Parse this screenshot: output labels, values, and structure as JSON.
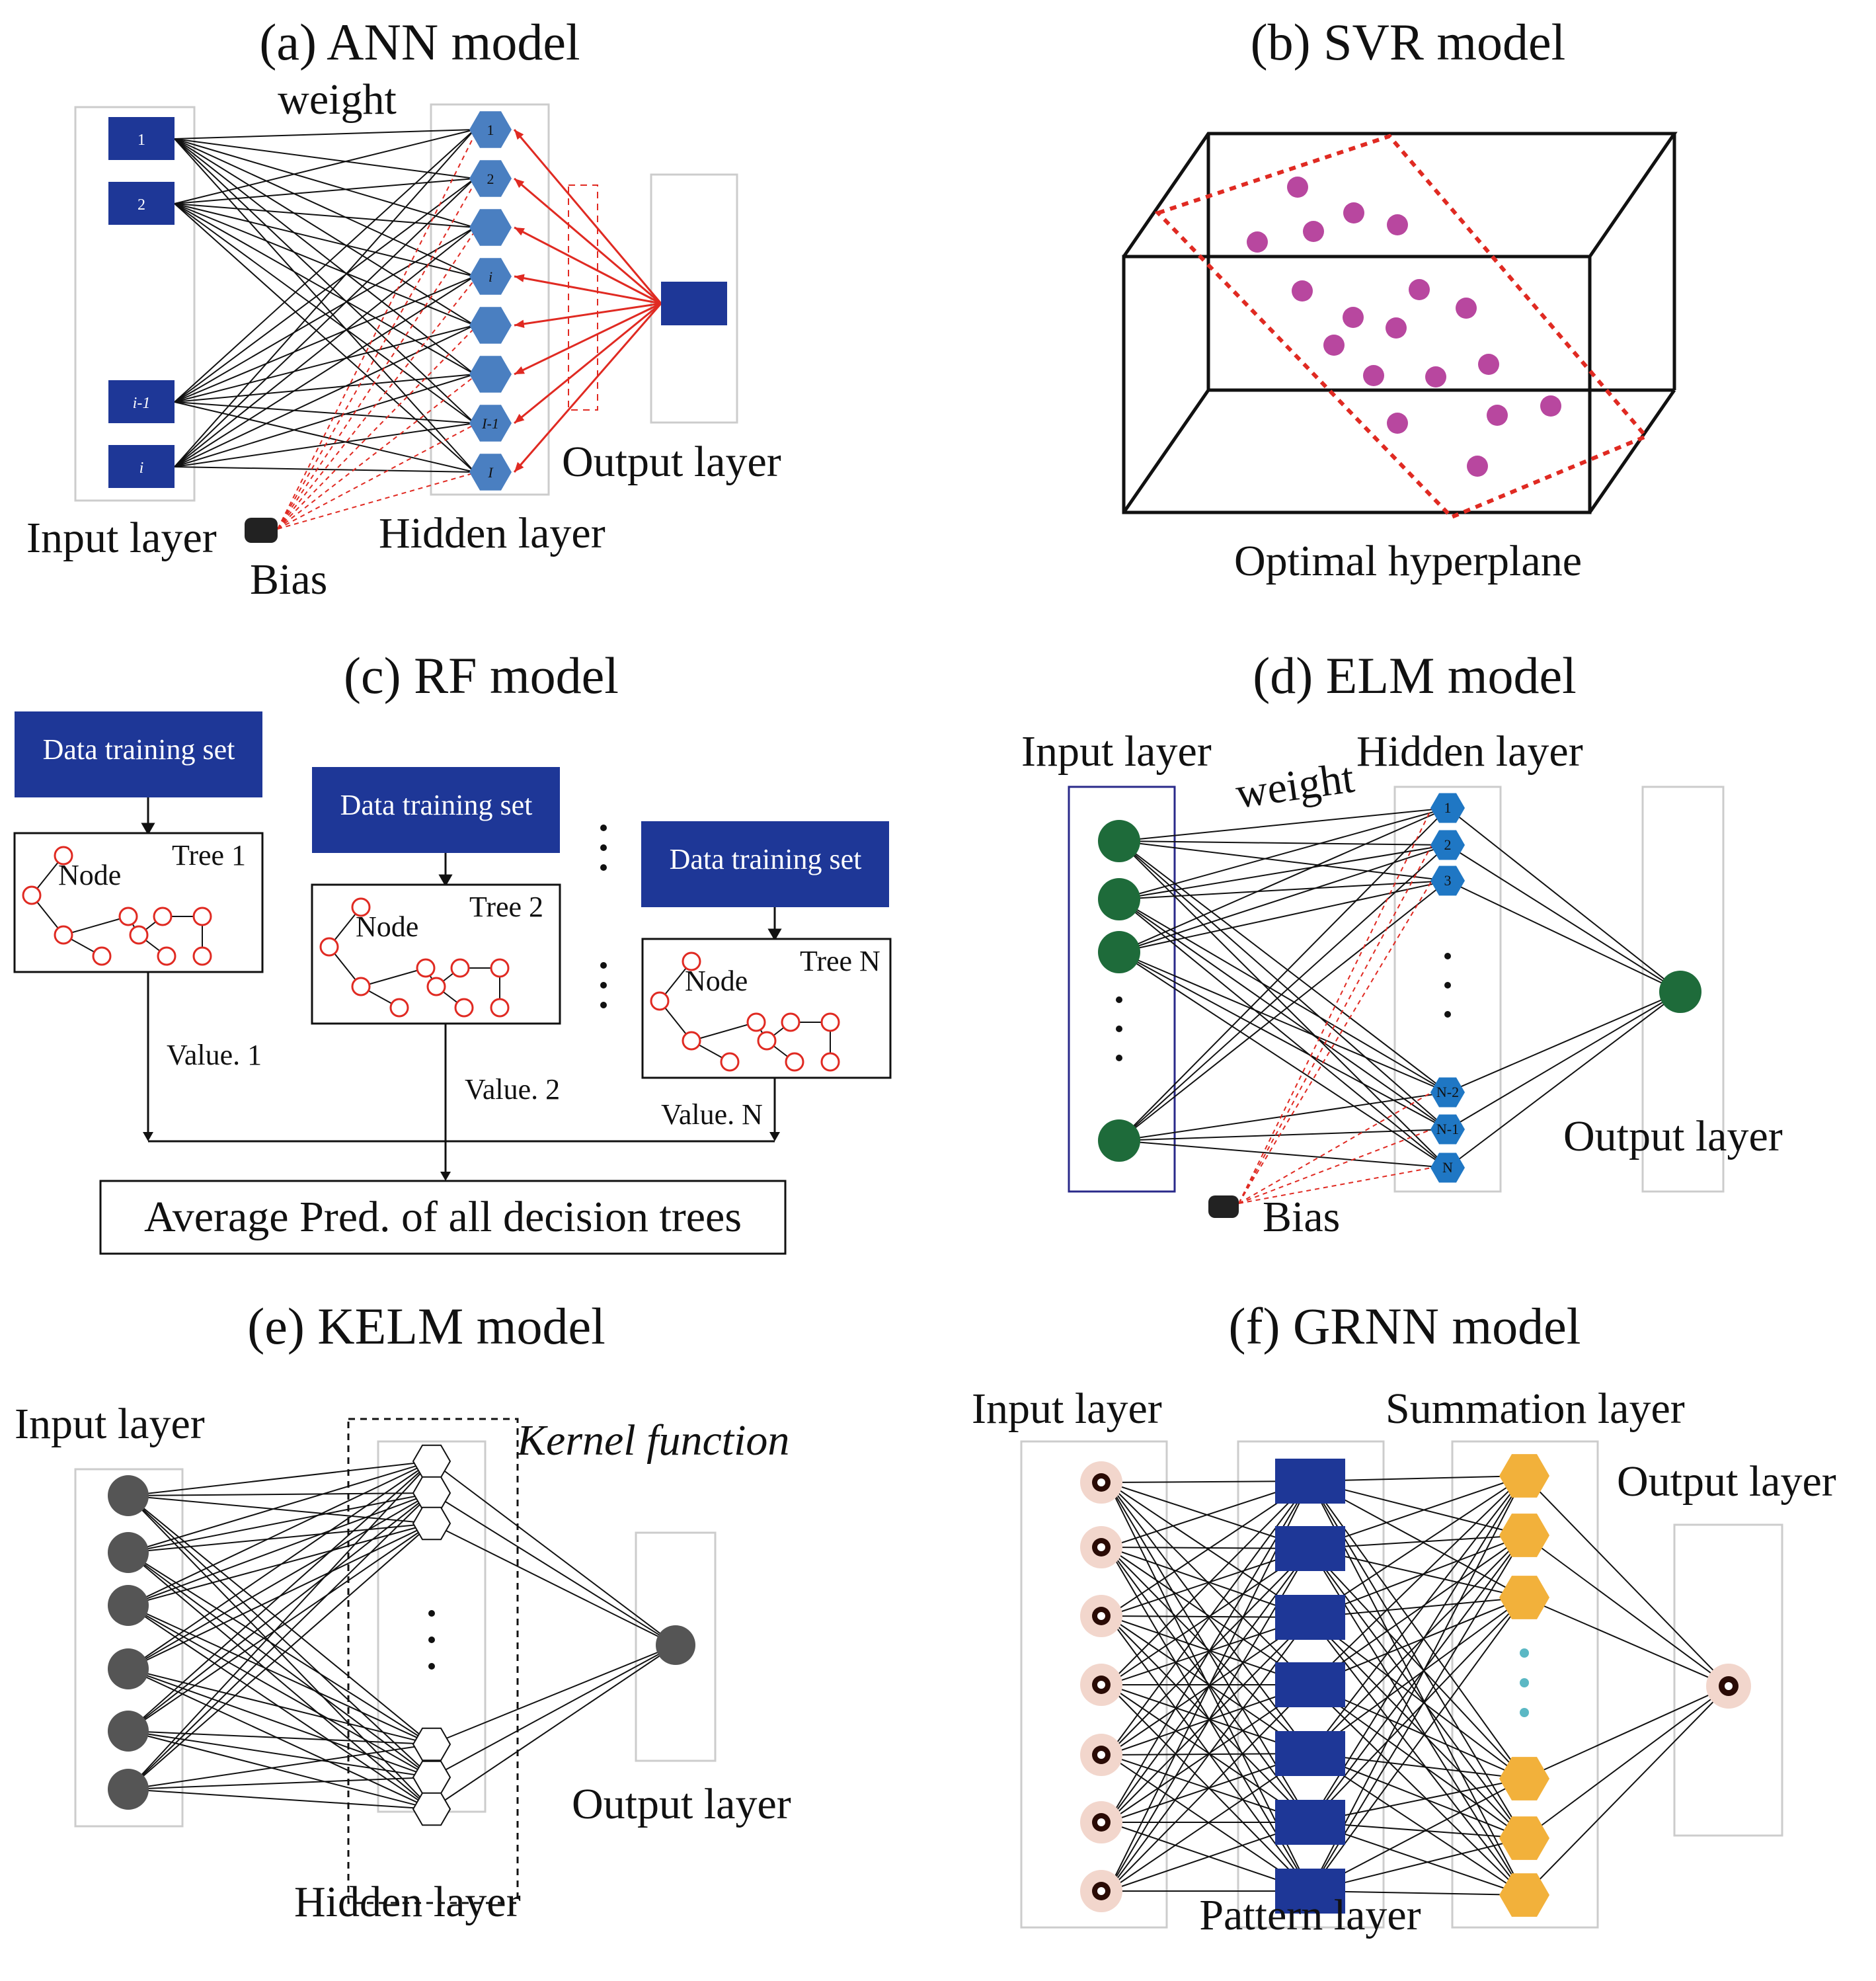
{
  "panels": {
    "a": {
      "title": "(a) ANN model",
      "weight_label": "weight",
      "input_label": "Input layer",
      "hidden_label": "Hidden layer",
      "output_label": "Output layer",
      "bias_label": "Bias",
      "input_nodes": [
        "1",
        "2",
        "i-1",
        "i"
      ],
      "hidden_nodes": [
        "1",
        "2",
        "",
        "i",
        "",
        "",
        "I-1",
        "I"
      ]
    },
    "b": {
      "title": "(b) SVR model",
      "hyperplane_label": "Optimal hyperplane"
    },
    "c": {
      "title": "(c) RF model",
      "box_labels": [
        "Data training set",
        "Data training set",
        "Data training set"
      ],
      "tree_labels": [
        "Tree 1",
        "Tree 2",
        "Tree N"
      ],
      "node_labels": [
        "Node",
        "Node",
        "Node"
      ],
      "value_labels": [
        "Value. 1",
        "Value. 2",
        "Value. N"
      ],
      "average_label": "Average Pred. of all decision trees"
    },
    "d": {
      "title": "(d) ELM model",
      "input_label": "Input layer",
      "hidden_label": "Hidden layer",
      "weight_label": "weight",
      "output_label": "Output layer",
      "bias_label": "Bias",
      "hidden_nodes": [
        "1",
        "2",
        "3",
        "N-2",
        "N-1",
        "N"
      ]
    },
    "e": {
      "title": "(e) KELM model",
      "input_label": "Input layer",
      "kernel_label": "Kernel function",
      "output_label": "Output layer",
      "hidden_label": "Hidden layer"
    },
    "f": {
      "title": "(f) GRNN model",
      "input_label": "Input layer",
      "summation_label": "Summation layer",
      "output_label": "Output layer",
      "pattern_label": "Pattern layer"
    }
  },
  "colors": {
    "dark_blue": "#1e3797",
    "hex_blue": "#4a7fc1",
    "elm_hex": "#1f77c4",
    "elm_green": "#1e6b3a",
    "red": "#e02a22",
    "svr_purple": "#b8479f",
    "kelm_gray": "#555555",
    "grnn_orange": "#f2b13b",
    "teal": "#5bb8c4"
  }
}
